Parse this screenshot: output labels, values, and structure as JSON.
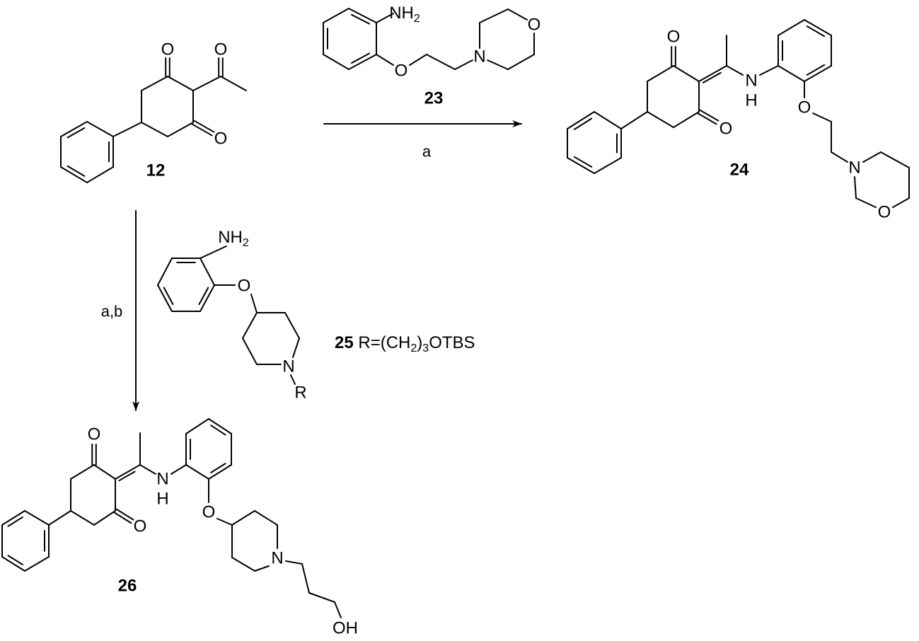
{
  "atoms": {
    "O": "O",
    "N": "N",
    "H": "H",
    "NH": "NH",
    "sub2": "2",
    "sub3": "3",
    "R": "R",
    "OH": "OH"
  },
  "compounds": {
    "c12": "12",
    "c23": "23",
    "c24": "24",
    "c25": "25",
    "c26": "26"
  },
  "conditions": {
    "arrow_top": "a",
    "arrow_down": "a,b"
  },
  "r_definition": {
    "prefix": "R=(CH",
    "mid": ")",
    "suffix": "OTBS"
  }
}
